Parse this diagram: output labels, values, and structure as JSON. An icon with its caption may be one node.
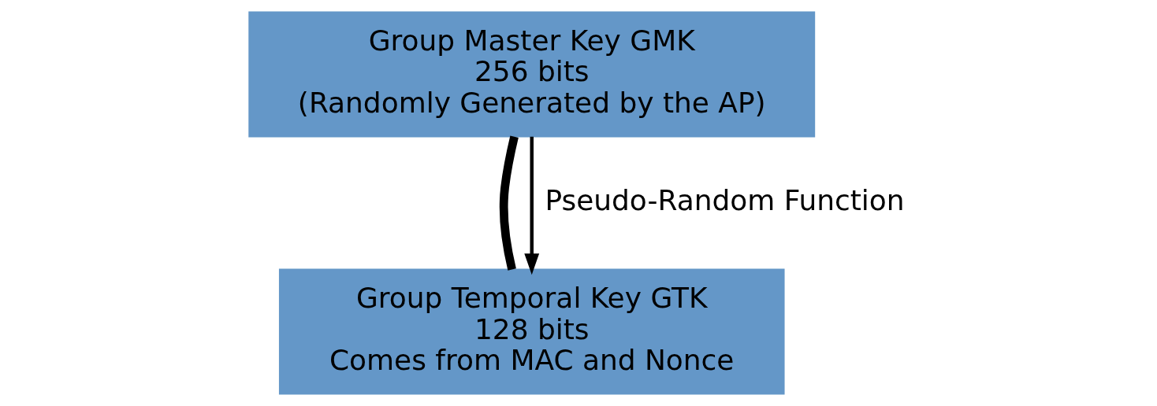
{
  "diagram": {
    "nodes": [
      {
        "text": [
          "Group Master Key GMK",
          "256 bits",
          "(Randomly Generated by the AP)"
        ]
      },
      {
        "text": [
          "Group Temporal Key GTK",
          "128 bits",
          "Comes from MAC and Nonce"
        ]
      }
    ],
    "edges": [
      {
        "from": 0,
        "to": 1,
        "arrow": "none",
        "style": "thick"
      },
      {
        "from": 0,
        "to": 1,
        "arrow": "to",
        "label": "Pseudo-Random Function"
      }
    ]
  }
}
